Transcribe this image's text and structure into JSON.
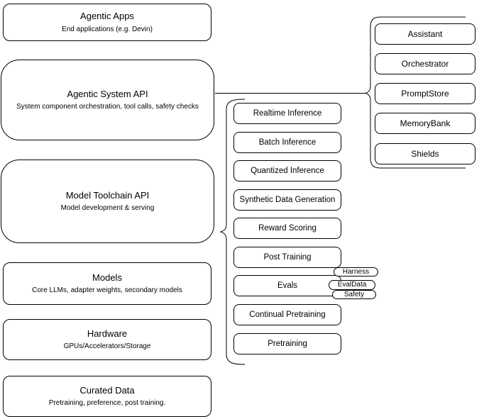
{
  "diagram": {
    "left_column": [
      {
        "title": "Agentic Apps",
        "subtitle": "End applications (e.g. Devin)"
      },
      {
        "title": "Agentic System API",
        "subtitle": "System component orchestration, tool calls, safety checks"
      },
      {
        "title": "Model Toolchain API",
        "subtitle": "Model development & serving"
      },
      {
        "title": "Models",
        "subtitle": "Core LLMs, adapter weights, secondary models"
      },
      {
        "title": "Hardware",
        "subtitle": "GPUs/Accelerators/Storage"
      },
      {
        "title": "Curated Data",
        "subtitle": "Pretraining, preference, post training."
      }
    ],
    "toolchain_components": [
      "Realtime Inference",
      "Batch Inference",
      "Quantized Inference",
      "Synthetic Data Generation",
      "Reward Scoring",
      "Post Training",
      "Evals",
      "Continual Pretraining",
      "Pretraining"
    ],
    "evals_tags": [
      "Harness",
      "EvalData",
      "Safety"
    ],
    "agentic_components": [
      "Assistant",
      "Orchestrator",
      "PromptStore",
      "MemoryBank",
      "Shields"
    ],
    "colors": {
      "stroke": "#000000",
      "fill": "#ffffff",
      "text": "#000000"
    }
  }
}
